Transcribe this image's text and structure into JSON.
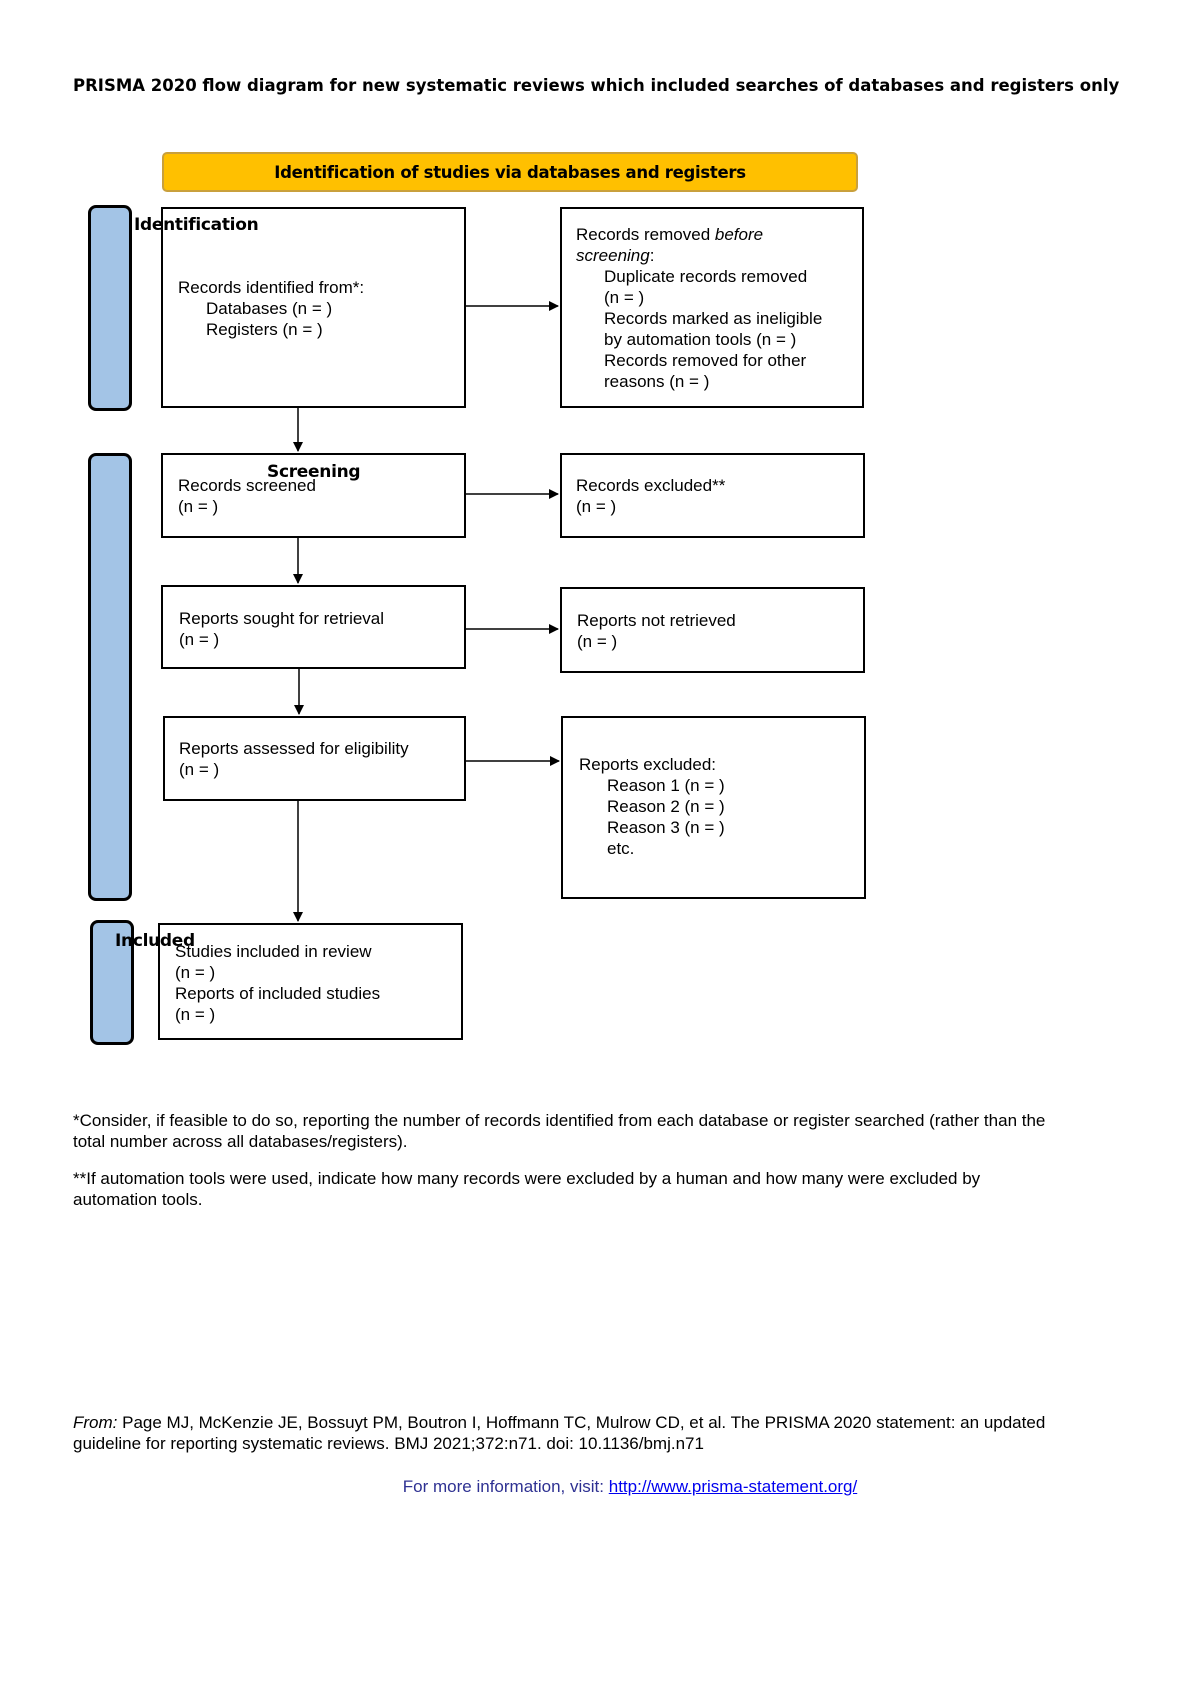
{
  "title": "PRISMA 2020 flow diagram for new systematic reviews which included searches of databases and registers only",
  "header": "Identification of studies via databases and registers",
  "phases": {
    "identification": "Identification",
    "screening": "Screening",
    "included": "Included"
  },
  "boxes": {
    "records_identified": {
      "line1": "Records identified from*:",
      "line2": "Databases (n = )",
      "line3": "Registers (n = )"
    },
    "records_removed": {
      "line1_a": "Records removed ",
      "line1_b": "before",
      "line2": "screening",
      "line2_colon": ":",
      "line3": "Duplicate records removed",
      "line4": "(n = )",
      "line5": "Records marked as ineligible",
      "line6": "by automation tools (n = )",
      "line7": "Records removed for other",
      "line8": "reasons (n = )"
    },
    "records_screened": {
      "line1": "Records screened",
      "line2": "(n = )"
    },
    "records_excluded": {
      "line1": "Records excluded**",
      "line2": "(n = )"
    },
    "reports_sought": {
      "line1": "Reports sought for retrieval",
      "line2": "(n = )"
    },
    "reports_not_retrieved": {
      "line1": "Reports not retrieved",
      "line2": "(n = )"
    },
    "reports_assessed": {
      "line1": "Reports assessed for eligibility",
      "line2": "(n = )"
    },
    "reports_excluded": {
      "line1": "Reports excluded:",
      "line2": "Reason 1 (n = )",
      "line3": "Reason 2 (n = )",
      "line4": "Reason 3 (n = )",
      "line5": "etc."
    },
    "studies_included": {
      "line1": "Studies included in review",
      "line2": "(n = )",
      "line3": "Reports of included studies",
      "line4": "(n = )"
    }
  },
  "footnotes": {
    "note1_line1": "*Consider, if feasible to do so, reporting the number of records identified from each database or register searched (rather than the",
    "note1_line2": "total number across all databases/registers).",
    "note2_line1": "**If automation tools were used, indicate how many records were excluded by a human and how many were excluded by",
    "note2_line2": "automation tools."
  },
  "citation": {
    "from_label": "From:",
    "line1": " Page MJ, McKenzie JE, Bossuyt PM, Boutron I, Hoffmann TC, Mulrow CD, et al. The PRISMA 2020 statement: an updated",
    "line2": "guideline for reporting systematic reviews. BMJ 2021;372:n71. doi: 10.1136/bmj.n71"
  },
  "more_info": {
    "label": "For more information, visit: ",
    "link_text": "http://www.prisma-statement.org/"
  },
  "colors": {
    "header_fill": "#ffc000",
    "phase_fill": "#a3c4e6",
    "info_text": "#2e3192",
    "link": "#0000ee"
  }
}
